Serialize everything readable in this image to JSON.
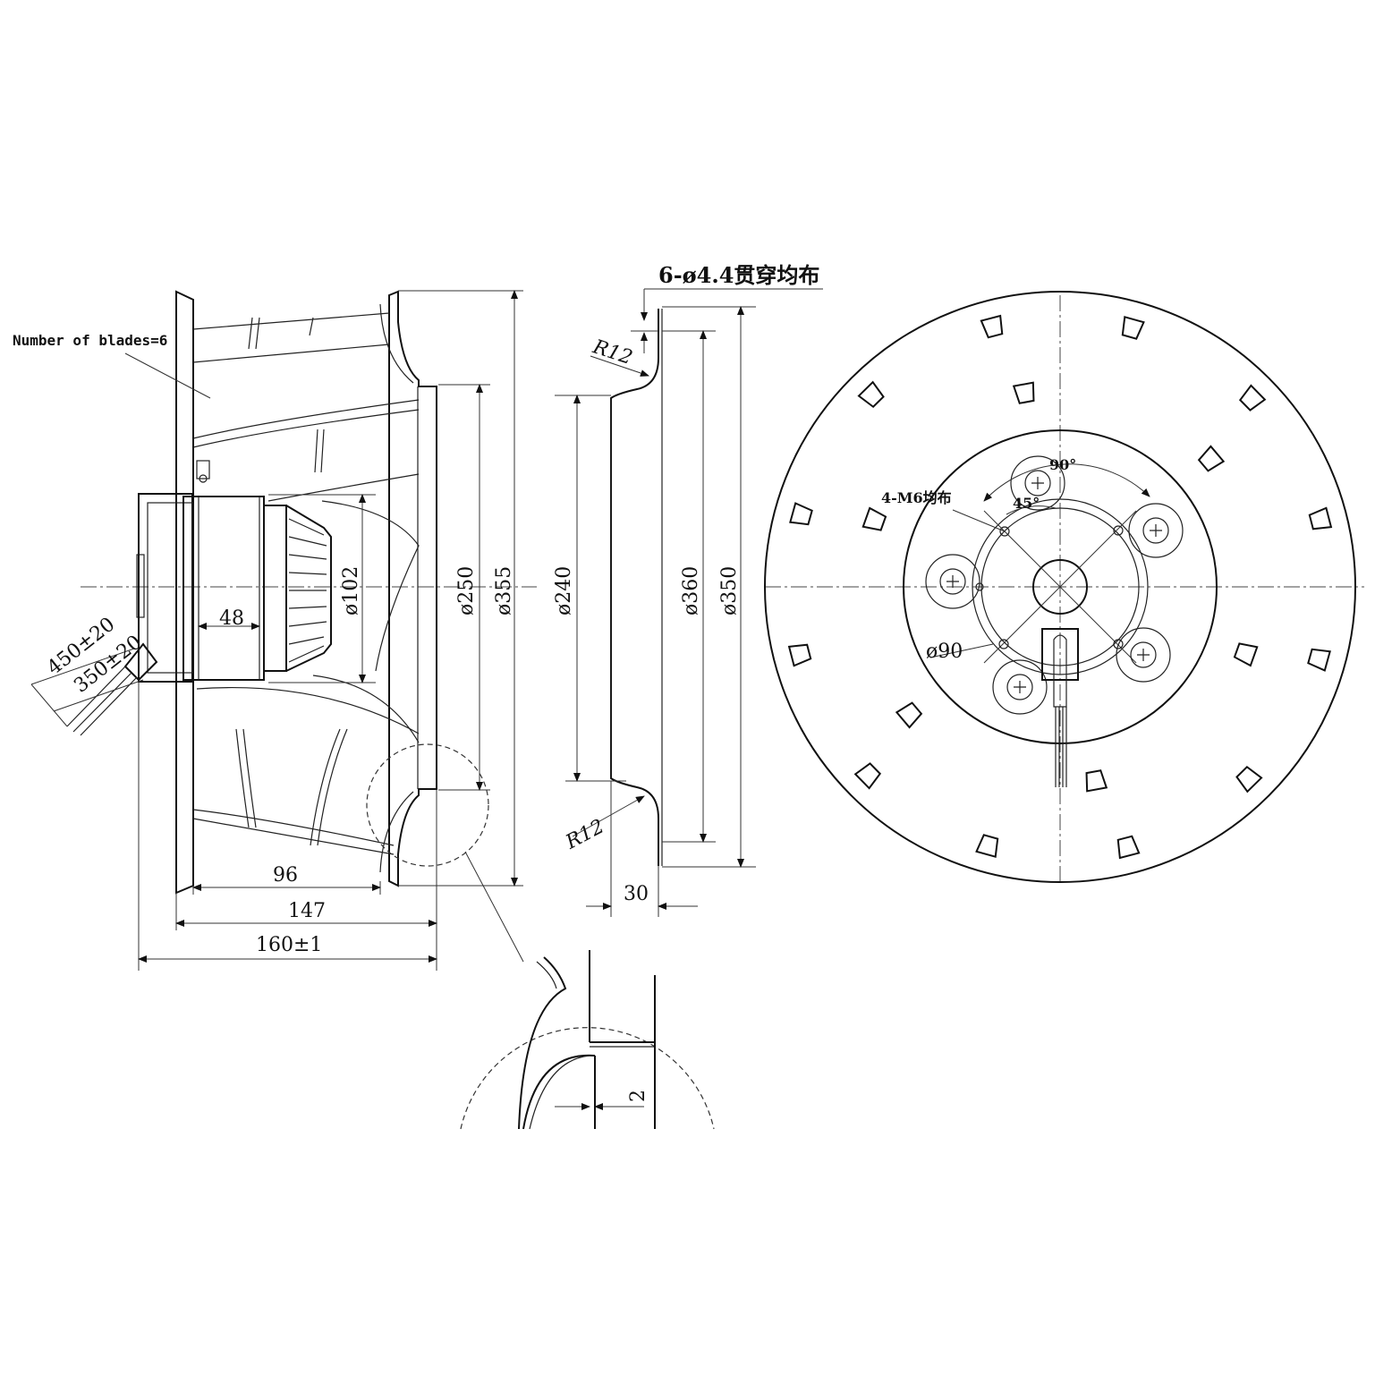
{
  "side_view": {
    "blades_note": "Number of blades=6",
    "dim_48": "48",
    "dim_d102": "ø102",
    "dim_d250": "ø250",
    "dim_d355": "ø355",
    "dim_96": "96",
    "dim_147": "147",
    "dim_160": "160±1",
    "cable_450": "450±20",
    "cable_350": "350±20"
  },
  "section_view": {
    "holes_note": "6-ø4.4贯穿均布",
    "dim_R12_top": "R12",
    "dim_R12_bottom": "R12",
    "dim_d240": "ø240",
    "dim_d360": "ø360",
    "dim_d350": "ø350",
    "dim_30": "30"
  },
  "detail_view": {
    "dim_2": "2"
  },
  "front_view": {
    "angle_90": "90°",
    "angle_45": "45°",
    "mount_note": "4-M6均布",
    "dim_d90": "ø90"
  }
}
